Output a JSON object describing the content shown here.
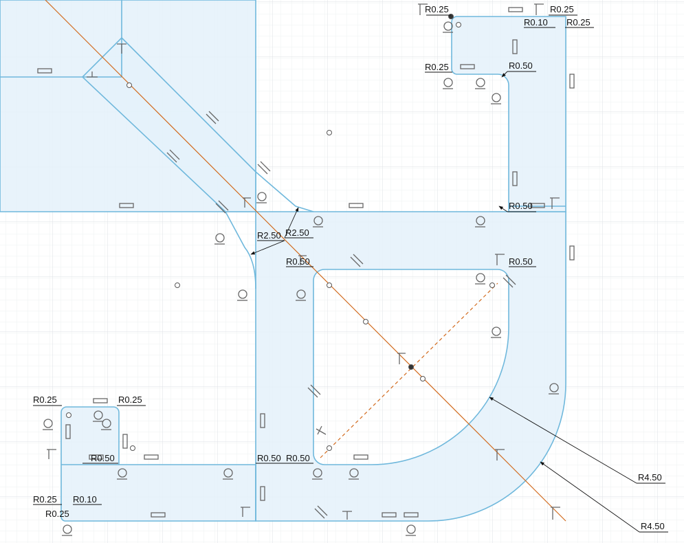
{
  "colors": {
    "background": "#ffffff",
    "grid_minor": "#eef0f2",
    "grid_major": "#dde1e5",
    "profile_fill": "#e4f1fa",
    "profile_stroke": "#6fb8dc",
    "construction_line": "#d26b1e",
    "dimension_line": "#111111",
    "constraint_glyph": "#666666"
  },
  "dimensions": [
    {
      "id": "r-top-left-outer",
      "label": "R0.25"
    },
    {
      "id": "r-top-mid-a",
      "label": "R0.25"
    },
    {
      "id": "r-top-mid-b",
      "label": "R0.10"
    },
    {
      "id": "r-top-right",
      "label": "R0.25"
    },
    {
      "id": "r-top-left-inner",
      "label": "R0.25"
    },
    {
      "id": "r-top-inner-corner",
      "label": "R0.50"
    },
    {
      "id": "r-right-inner",
      "label": "R0.50"
    },
    {
      "id": "r-fillet-left",
      "label": "R2.50"
    },
    {
      "id": "r-fillet-right",
      "label": "R2.50"
    },
    {
      "id": "r-slot-top-left",
      "label": "R0.50"
    },
    {
      "id": "r-slot-top-right",
      "label": "R0.50"
    },
    {
      "id": "r-bottom-left-a",
      "label": "R0.25"
    },
    {
      "id": "r-bottom-left-b",
      "label": "R0.25"
    },
    {
      "id": "r-bottom-inner",
      "label": "R0.50"
    },
    {
      "id": "r-bottom-mid-a",
      "label": "R0.50"
    },
    {
      "id": "r-bottom-mid-b",
      "label": "R0.50"
    },
    {
      "id": "r-bottom-corner-a",
      "label": "R0.25"
    },
    {
      "id": "r-bottom-corner-b",
      "label": "R0.10"
    },
    {
      "id": "r-bottom-corner-c",
      "label": "R0.25"
    },
    {
      "id": "r-arc-inner",
      "label": "R4.50"
    },
    {
      "id": "r-arc-outer",
      "label": "R4.50"
    }
  ]
}
